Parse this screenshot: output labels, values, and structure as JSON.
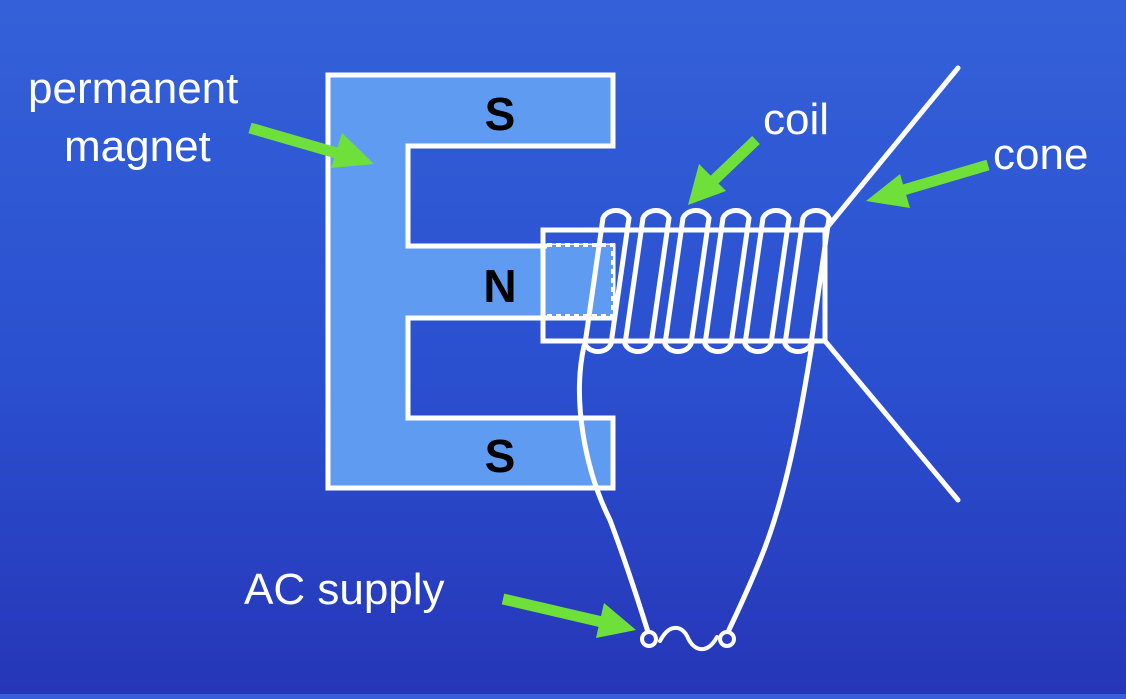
{
  "labels": {
    "permanent_magnet_line1": "permanent",
    "permanent_magnet_line2": "magnet",
    "coil": "coil",
    "cone": "cone",
    "ac_supply": "AC supply"
  },
  "poles": {
    "top": "S",
    "middle": "N",
    "bottom": "S"
  },
  "colors": {
    "magnet_fill": "#5f9bf0",
    "stroke": "#ffffff",
    "arrow": "#6fe03a",
    "pole_text": "#000000"
  },
  "icons": {
    "ac_source": "alternating-current-symbol"
  }
}
